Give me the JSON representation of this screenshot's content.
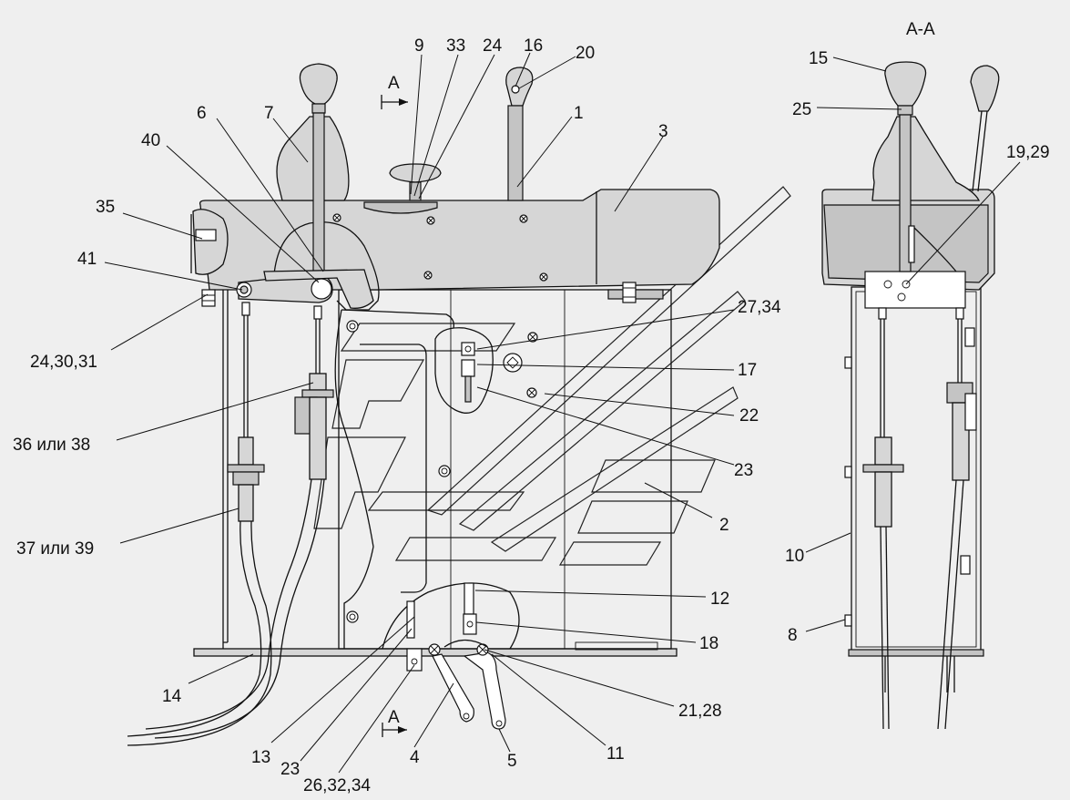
{
  "diagram": {
    "section_title": "A-A",
    "section_mark": "A",
    "callouts": {
      "c1": "1",
      "c2": "2",
      "c3": "3",
      "c4": "4",
      "c5": "5",
      "c6": "6",
      "c7": "7",
      "c8": "8",
      "c9": "9",
      "c10": "10",
      "c11": "11",
      "c12": "12",
      "c13": "13",
      "c14": "14",
      "c15": "15",
      "c16": "16",
      "c17": "17",
      "c18": "18",
      "c19_29": "19,29",
      "c20": "20",
      "c21_28": "21,28",
      "c22": "22",
      "c23_a": "23",
      "c23_b": "23",
      "c24": "24",
      "c24_30_31": "24,30,31",
      "c25": "25",
      "c26_32_34": "26,32,34",
      "c27_34": "27,34",
      "c33": "33",
      "c35": "35",
      "c36_38": "36 или 38",
      "c37_39": "37 или 39",
      "c40": "40",
      "c41": "41"
    }
  }
}
